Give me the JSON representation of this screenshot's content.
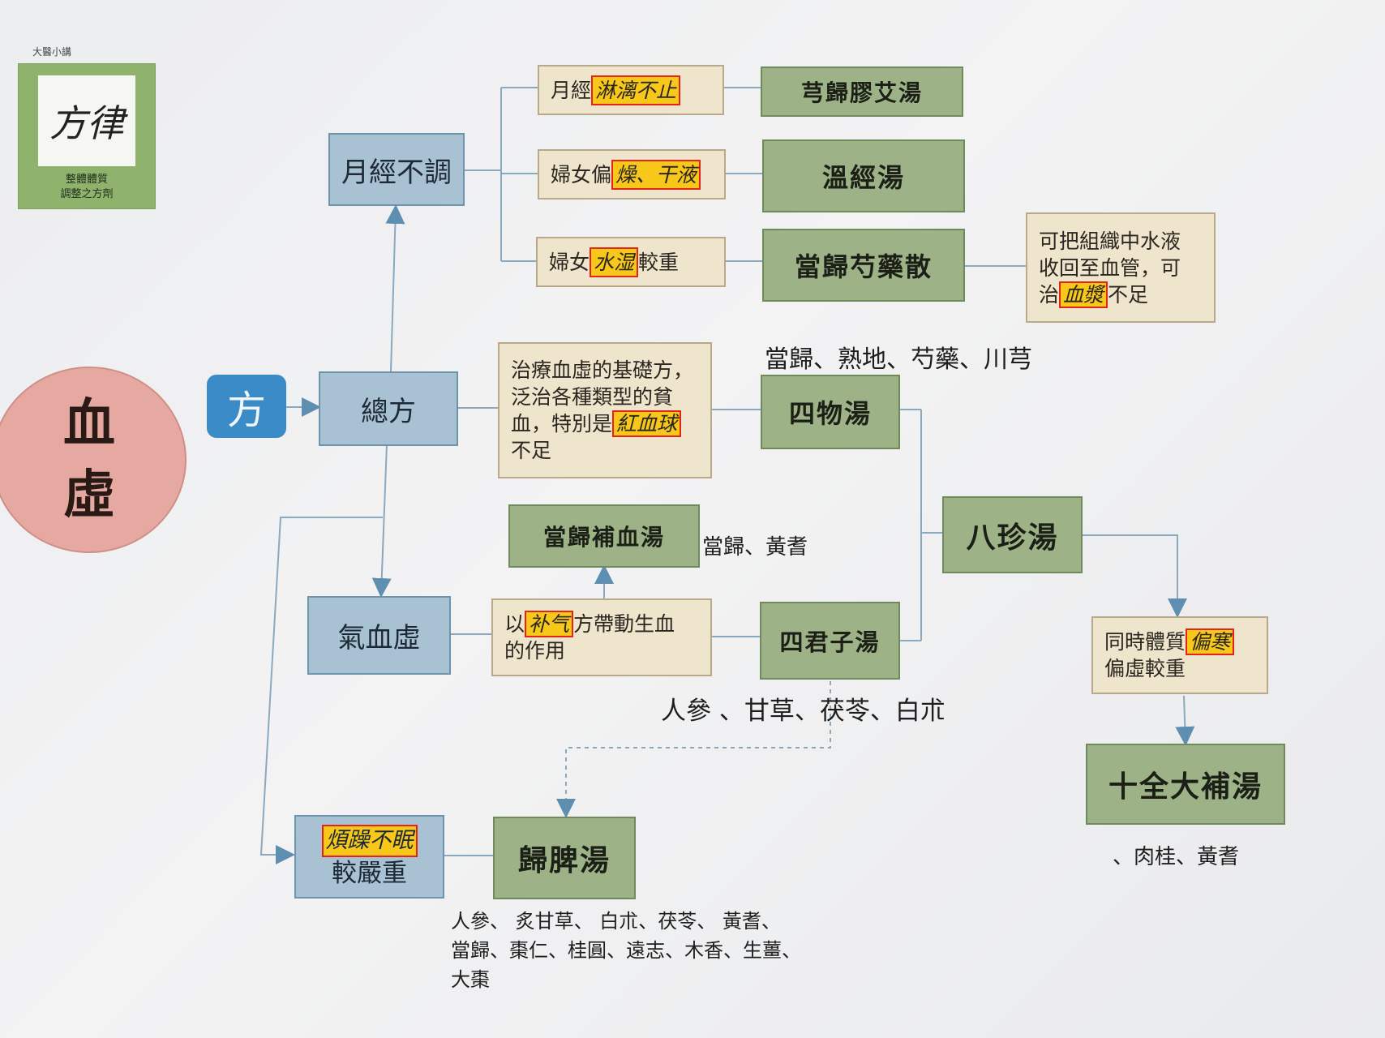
{
  "logo": {
    "header": "大醫小講",
    "title": "方律",
    "caption_line1": "整體體質",
    "caption_line2": "調整之方劑"
  },
  "main_topic": {
    "line1": "血",
    "line2": "虛"
  },
  "fang_label": "方",
  "nodes": {
    "zongfang": "總方",
    "yuejing_butiao": "月經不調",
    "qixuexu": "氣血虛",
    "severe_prefix_hl": "煩躁不眠",
    "severe_suffix": "較嚴重"
  },
  "conditions": {
    "c1_prefix": "月經",
    "c1_hl": "淋漓不止",
    "c2_prefix": "婦女偏",
    "c2_hl": "燥、干液",
    "c3_prefix": "婦女",
    "c3_hl": "水湿",
    "c3_suffix": "較重"
  },
  "formulas": {
    "xiong_gui": "芎歸膠艾湯",
    "wen_jing": "溫經湯",
    "dang_gui_shao": "當歸芍藥散",
    "si_wu": "四物湯",
    "dang_gui_bu_xue": "當歸補血湯",
    "si_jun_zi": "四君子湯",
    "ba_zhen": "八珍湯",
    "shi_quan": "十全大補湯",
    "gui_pi": "歸脾湯"
  },
  "notes": {
    "water_line1": "可把組織中水液",
    "water_line2": "收回至血管，可",
    "water_line3_prefix": "治",
    "water_line3_hl": "血漿",
    "water_line3_suffix": "不足",
    "siwu_desc_line1": "治療血虛的基礎方，",
    "siwu_desc_line2": "泛治各種類型的貧",
    "siwu_desc_line3_prefix": "血，特別是",
    "siwu_desc_line3_hl": "紅血球",
    "siwu_desc_line4": "不足",
    "qi_desc_prefix": "以",
    "qi_desc_hl": "补气",
    "qi_desc_suffix": "方帶動生血",
    "qi_desc_line2": "的作用",
    "bazhen_desc_line1_prefix": "同時體質",
    "bazhen_desc_line1_hl": "偏寒",
    "bazhen_desc_line2": "偏虛較重"
  },
  "ingredients": {
    "si_wu": "當歸、熟地、芍藥、川芎",
    "dang_gui_bu_xue": "當歸、黃耆",
    "si_jun_zi": "人參 、甘草、茯苓、白朮",
    "shi_quan": "、肉桂、黃耆",
    "gui_pi_line1": "人參、 炙甘草、 白朮、茯苓、 黃耆、",
    "gui_pi_line2": "當歸、棗仁、桂圓、遠志、木香、生薑、",
    "gui_pi_line3": "大棗"
  }
}
